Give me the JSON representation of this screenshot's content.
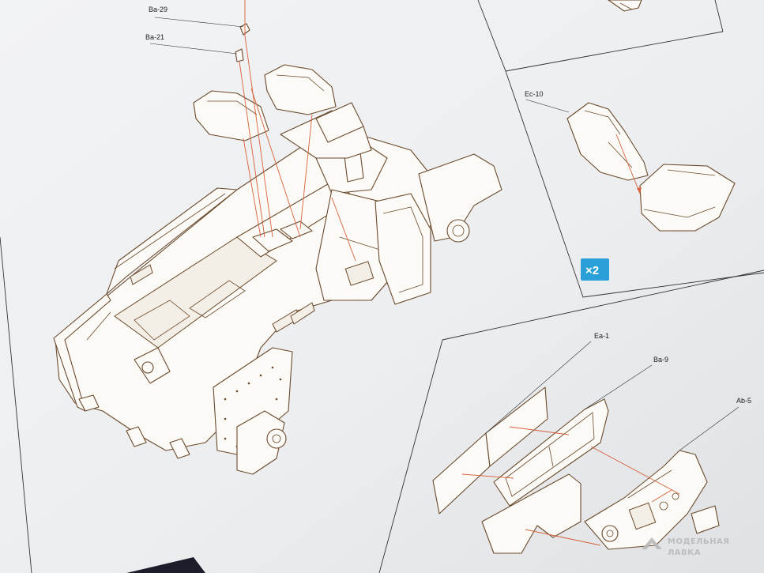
{
  "labels": {
    "ba29": "Ba-29",
    "ba21": "Ba-21",
    "ec10": "Ec-10",
    "ea1": "Ea-1",
    "ba9": "Ba-9",
    "ab5": "Ab-5"
  },
  "badge": {
    "text": "×2",
    "color": "#2a9fd8"
  },
  "watermark": {
    "line1": "МОДЕЛЬНАЯ",
    "line2": "ЛАВКА"
  },
  "colors": {
    "guide_line": "#d9603a",
    "outline": "#6b4a2c",
    "paper": "#ecedef"
  }
}
